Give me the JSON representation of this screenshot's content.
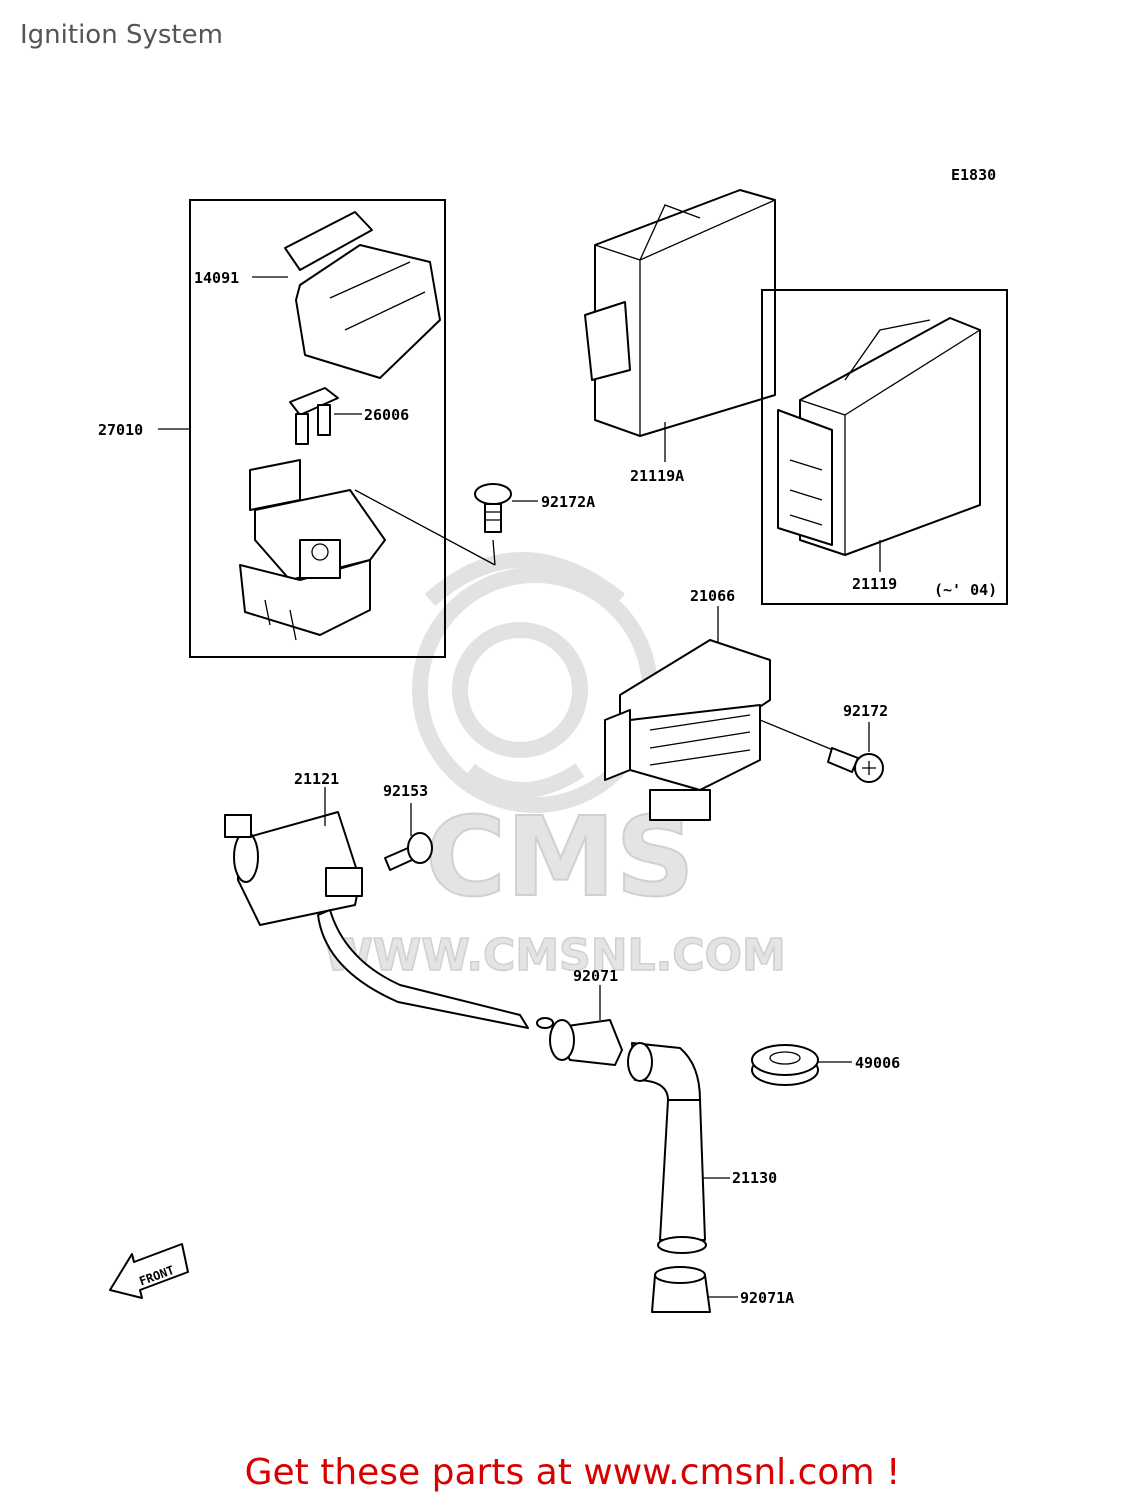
{
  "page": {
    "title": "Ignition System"
  },
  "diagram": {
    "code": "E1830",
    "parts": [
      {
        "id": "14091"
      },
      {
        "id": "26006"
      },
      {
        "id": "27010"
      },
      {
        "id": "92172A"
      },
      {
        "id": "21119A"
      },
      {
        "id": "21119",
        "note": "(~' 04)"
      },
      {
        "id": "21066"
      },
      {
        "id": "92172"
      },
      {
        "id": "21121"
      },
      {
        "id": "92153"
      },
      {
        "id": "92071"
      },
      {
        "id": "49006"
      },
      {
        "id": "21130"
      },
      {
        "id": "92071A"
      }
    ],
    "front_label": "FRONT",
    "watermark": {
      "brand": "CMS",
      "url": "WWW.CMSNL.COM"
    }
  },
  "footer": {
    "text": "Get these parts at www.cmsnl.com !"
  },
  "colors": {
    "footer": "#d80000",
    "watermark": "#e0e0e0",
    "line": "#000000",
    "title": "#555555"
  }
}
